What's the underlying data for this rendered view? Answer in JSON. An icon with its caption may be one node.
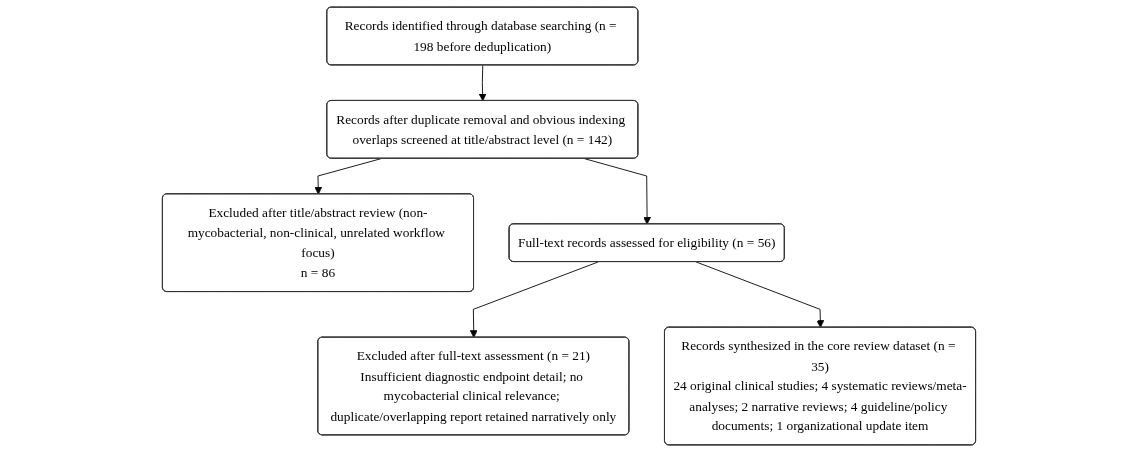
{
  "diagram": {
    "nodes": [
      {
        "text": [
          "Records identified through database searching (n = 198 before deduplication)"
        ]
      },
      {
        "text": [
          "Records after duplicate removal and obvious indexing overlaps screened at title/abstract level (n = 142)"
        ]
      },
      {
        "text": [
          "Excluded after title/abstract review (non-mycobacterial, non-clinical, unrelated workflow focus)",
          "n = 86"
        ]
      },
      {
        "text": [
          "Full-text records assessed for eligibility (n = 56)"
        ]
      },
      {
        "text": [
          "Excluded after full-text assessment (n = 21)",
          "Insufficient diagnostic endpoint detail; no mycobacterial clinical relevance; duplicate/overlapping report retained narratively only"
        ]
      },
      {
        "text": [
          "Records synthesized in the core review dataset (n = 35)",
          "24 original clinical studies; 4 systematic reviews/meta-analyses; 2 narrative reviews; 4 guideline/policy documents; 1 organizational update item"
        ]
      }
    ],
    "edges": [
      {
        "from": 0,
        "to": 1,
        "arrow": "to"
      },
      {
        "from": 1,
        "to": 2,
        "arrow": "to"
      },
      {
        "from": 1,
        "to": 3,
        "arrow": "to"
      },
      {
        "from": 3,
        "to": 4,
        "arrow": "to"
      },
      {
        "from": 3,
        "to": 5,
        "arrow": "to"
      }
    ]
  }
}
